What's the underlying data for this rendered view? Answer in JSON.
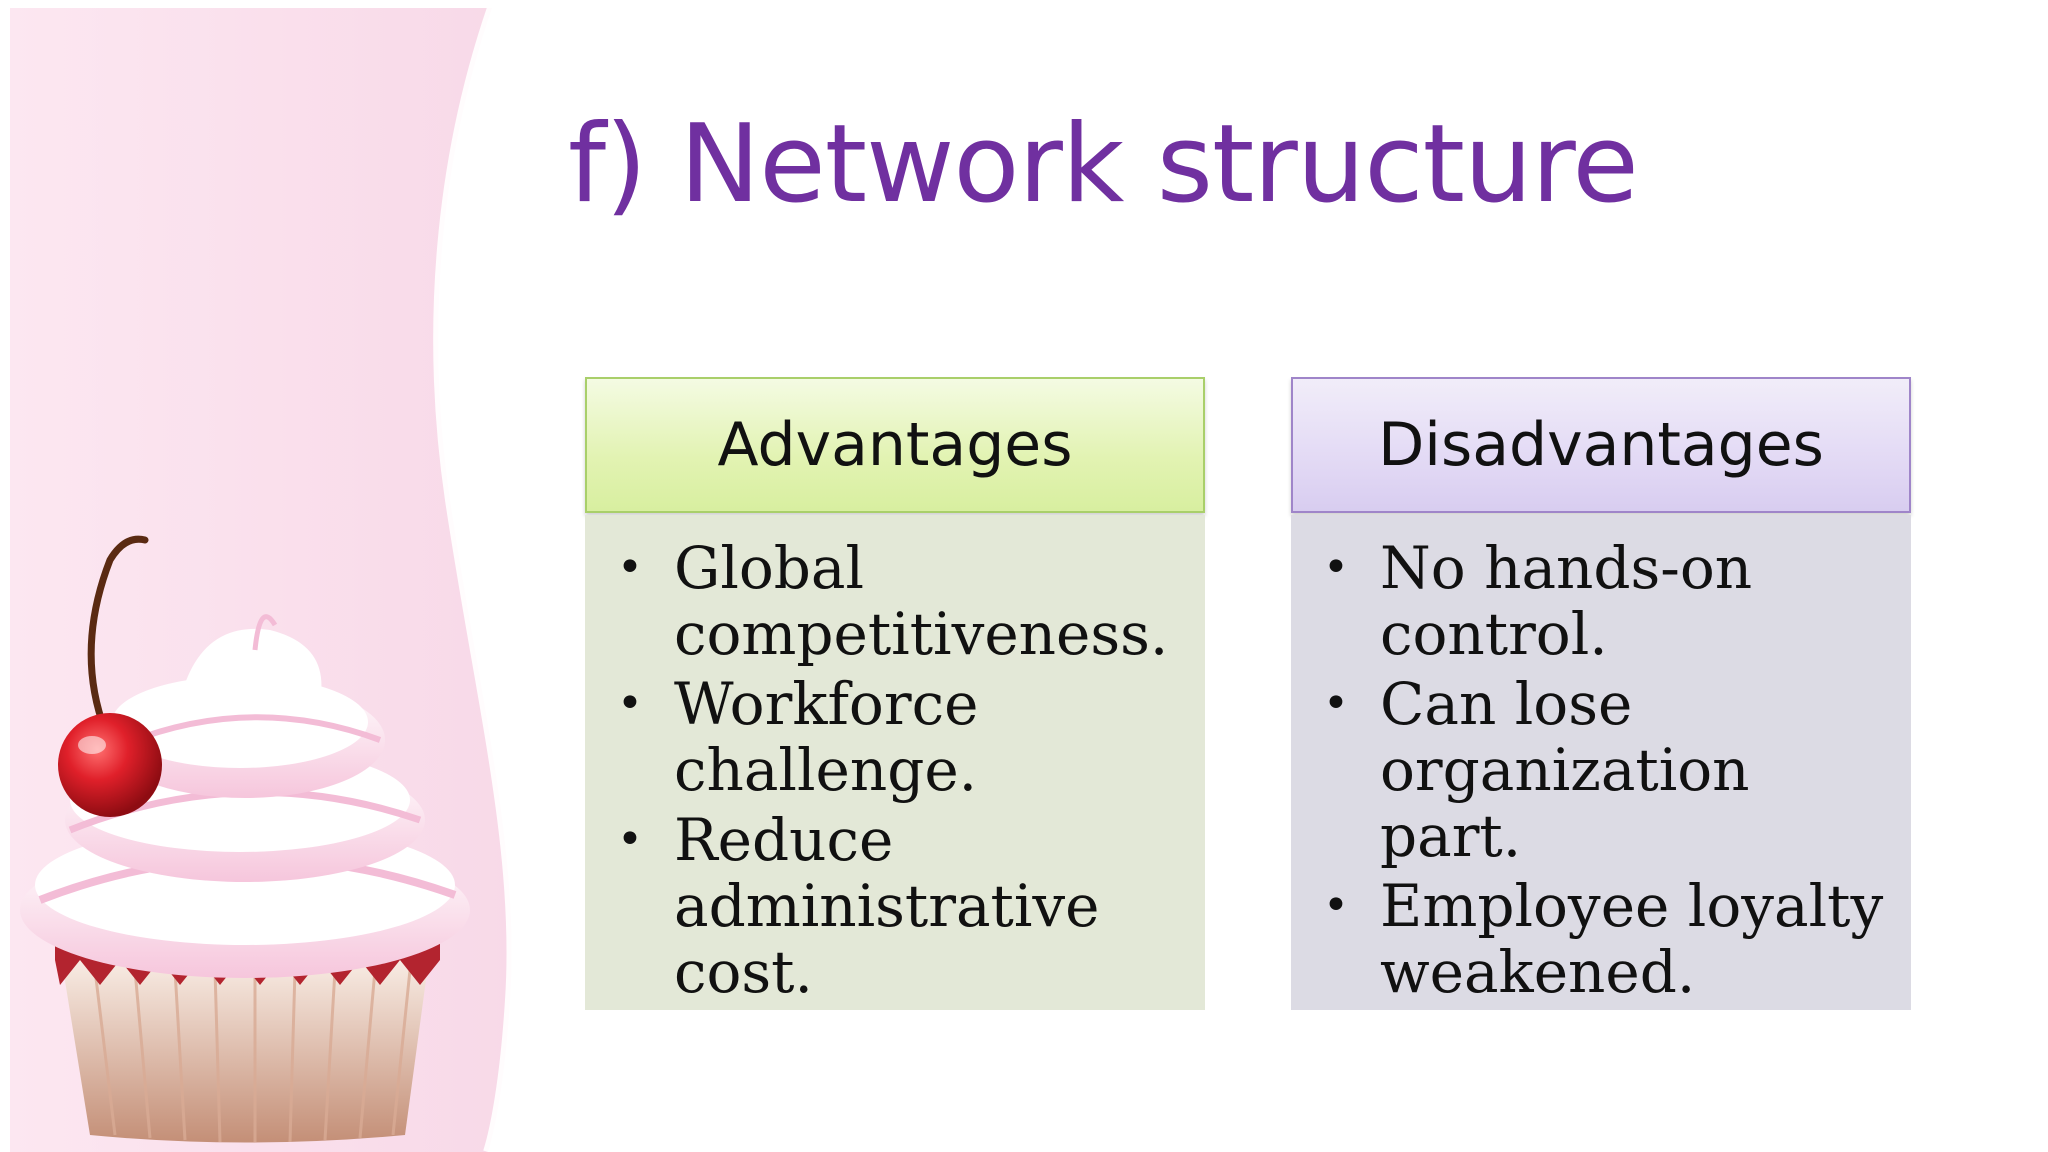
{
  "slide": {
    "title": "f) Network structure",
    "colors": {
      "title": "#7030a0",
      "sidebar_pink": "#fbe4ef",
      "advantages_header": "#e2f3b2",
      "advantages_body": "#e3e8d7",
      "disadvantages_header": "#e3daf5",
      "disadvantages_body": "#dcdbe4"
    },
    "decoration": "cupcake-with-cherry-illustration"
  },
  "advantages": {
    "heading": "Advantages",
    "items": [
      "Global competitiveness.",
      "Workforce challenge.",
      "Reduce administrative cost."
    ]
  },
  "disadvantages": {
    "heading": "Disadvantages",
    "items": [
      "No hands-on control.",
      "Can lose organization part.",
      "Employee loyalty weakened."
    ]
  }
}
